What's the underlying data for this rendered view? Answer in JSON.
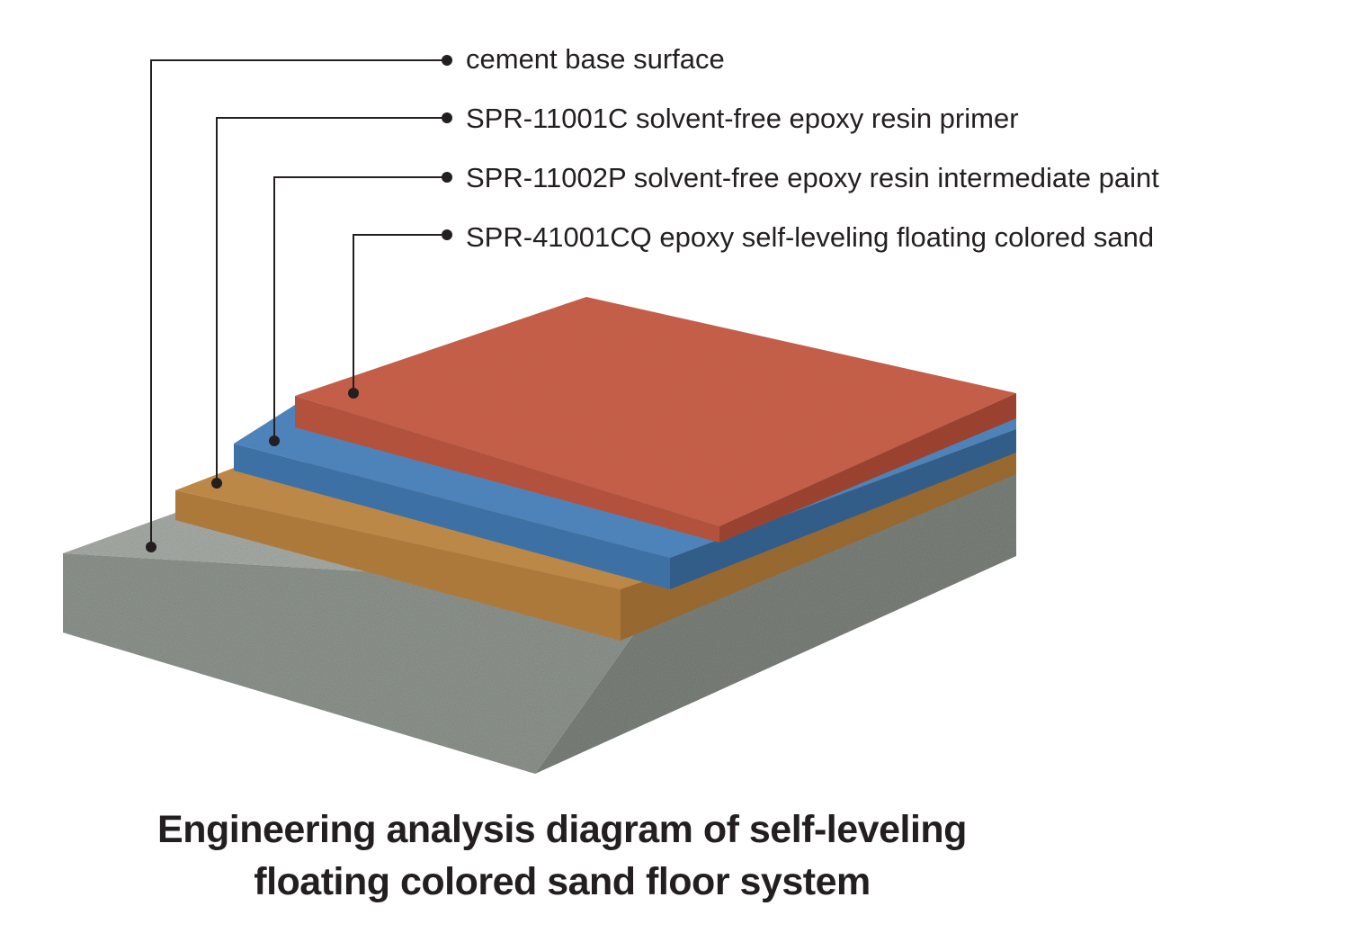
{
  "layers": [
    {
      "id": "cement",
      "label": "cement base surface",
      "color": "#8c948c"
    },
    {
      "id": "primer",
      "label": "SPR-11001C solvent-free epoxy resin primer",
      "color": "#b8833f"
    },
    {
      "id": "intermediate",
      "label": "SPR-11002P solvent-free epoxy resin intermediate paint",
      "color": "#4a7fb5"
    },
    {
      "id": "topcoat",
      "label": "SPR-41001CQ epoxy self-leveling floating colored sand",
      "color": "#c1553f"
    }
  ],
  "caption": {
    "line1": "Engineering analysis diagram of self-leveling",
    "line2": "floating colored sand floor system"
  }
}
